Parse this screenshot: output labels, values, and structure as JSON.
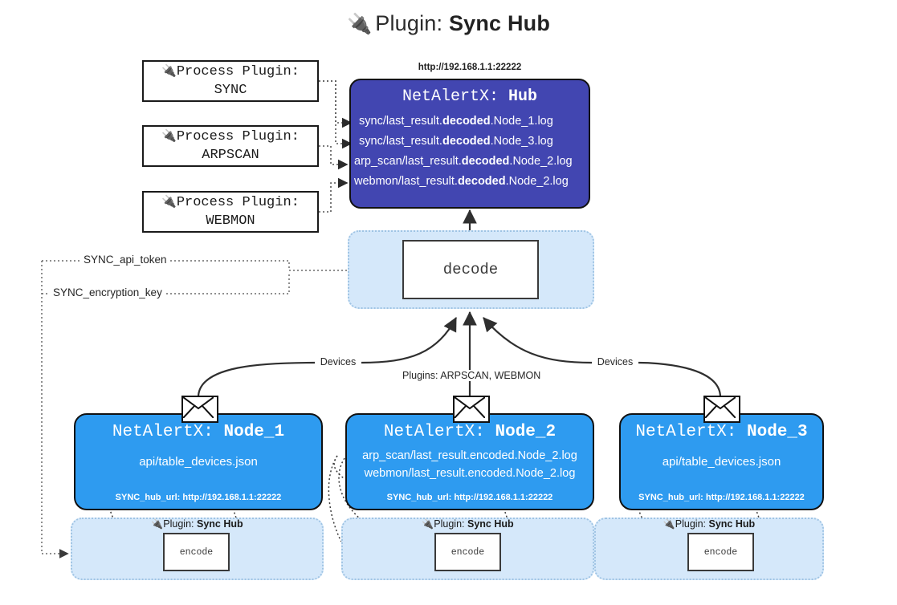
{
  "title": {
    "icon": "electric-plug-icon",
    "glyph": "🔌",
    "prefix": "Plugin:",
    "name": "Sync Hub"
  },
  "process_plugins": [
    {
      "icon": "electric-plug-icon",
      "glyph": "🔌",
      "line1": "Process Plugin:",
      "line2": "SYNC"
    },
    {
      "icon": "electric-plug-icon",
      "glyph": "🔌",
      "line1": "Process Plugin:",
      "line2": "ARPSCAN"
    },
    {
      "icon": "electric-plug-icon",
      "glyph": "🔌",
      "line1": "Process Plugin:",
      "line2": "WEBMON"
    }
  ],
  "hub": {
    "url": "http://192.168.1.1:22222",
    "title_prefix": "NetAlertX:",
    "title_name": "Hub",
    "logs": [
      {
        "pre": "sync/last_result.",
        "em": "decoded",
        "post": ".Node_1.log"
      },
      {
        "pre": "sync/last_result.",
        "em": "decoded",
        "post": ".Node_3.log"
      },
      {
        "pre": "arp_scan/last_result.",
        "em": "decoded",
        "post": ".Node_2.log"
      },
      {
        "pre": "webmon/last_result.",
        "em": "decoded",
        "post": ".Node_2.log"
      }
    ]
  },
  "decode": {
    "label": "decode"
  },
  "config_keys": [
    {
      "label": "SYNC_api_token"
    },
    {
      "label": "SYNC_encryption_key"
    }
  ],
  "edge_labels": {
    "devices_left": "Devices",
    "plugins_center": "Plugins: ARPSCAN, WEBMON",
    "devices_right": "Devices"
  },
  "nodes": [
    {
      "title_prefix": "NetAlertX:",
      "title_name": "Node_1",
      "lines": [
        "api/table_devices.json"
      ],
      "footer": "SYNC_hub_url: http://192.168.1.1:22222",
      "envelope_icon": "envelope-icon"
    },
    {
      "title_prefix": "NetAlertX:",
      "title_name": "Node_2",
      "lines": [
        "arp_scan/last_result.encoded.Node_2.log",
        "webmon/last_result.encoded.Node_2.log"
      ],
      "footer": "SYNC_hub_url: http://192.168.1.1:22222",
      "envelope_icon": "envelope-icon"
    },
    {
      "title_prefix": "NetAlertX:",
      "title_name": "Node_3",
      "lines": [
        "api/table_devices.json"
      ],
      "footer": "SYNC_hub_url: http://192.168.1.1:22222",
      "envelope_icon": "envelope-icon"
    }
  ],
  "encode_groups": [
    {
      "icon": "electric-plug-icon",
      "glyph": "🔌",
      "prefix": "Plugin:",
      "name": "Sync Hub",
      "box_label": "encode"
    },
    {
      "icon": "electric-plug-icon",
      "glyph": "🔌",
      "prefix": "Plugin:",
      "name": "Sync Hub",
      "box_label": "encode"
    },
    {
      "icon": "electric-plug-icon",
      "glyph": "🔌",
      "prefix": "Plugin:",
      "name": "Sync Hub",
      "box_label": "encode"
    }
  ],
  "colors": {
    "hub_fill": "#4246b1",
    "node_fill": "#2e9bf0",
    "panel_fill": "#d5e8fa",
    "panel_border": "#9fc4e4",
    "stroke": "#111111",
    "background": "#ffffff"
  }
}
